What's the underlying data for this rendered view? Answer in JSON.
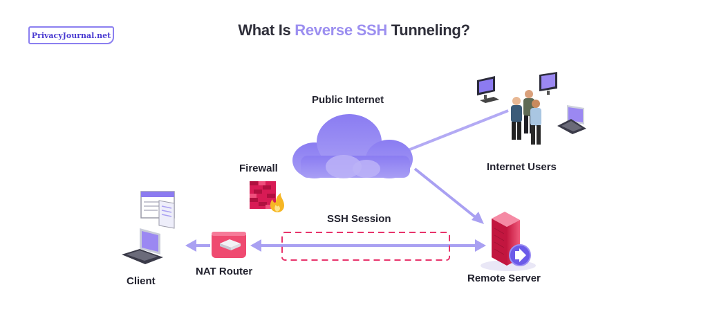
{
  "badge": "PrivacyJournal.net",
  "title": {
    "prefix": "What Is ",
    "highlight": "Reverse SSH",
    "suffix": " Tunneling?"
  },
  "labels": {
    "public_internet": "Public Internet",
    "firewall": "Firewall",
    "internet_users": "Internet Users",
    "ssh_session": "SSH Session",
    "client": "Client",
    "nat_router": "NAT Router",
    "remote_server": "Remote Server"
  },
  "colors": {
    "accent_purple": "#9c8ff0",
    "arrow": "#a9a0f2",
    "tunnel_dash": "#e8336b",
    "firewall_red": "#d81b55",
    "title_dark": "#2f2f3a"
  }
}
